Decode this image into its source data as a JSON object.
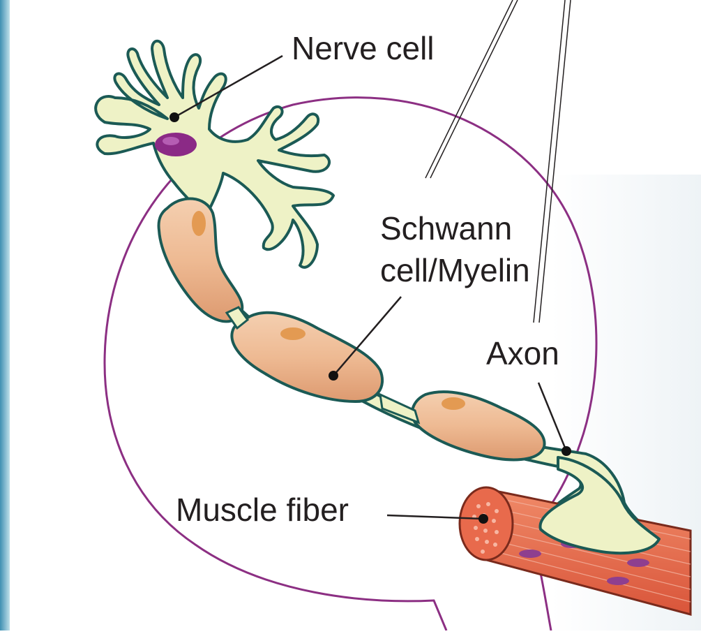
{
  "labels": {
    "nerve_cell": "Nerve cell",
    "schwann_line1": "Schwann",
    "schwann_line2": "cell/Myelin",
    "axon": "Axon",
    "muscle_fiber": "Muscle fiber"
  },
  "colors": {
    "neuron_fill": "#eef2c6",
    "neuron_outline": "#1b5a55",
    "nucleus": "#8b2a86",
    "myelin": "#e8a77c",
    "myelin_nucleus": "#e39a52",
    "muscle": "#e8694a",
    "muscle_nucleus": "#8e3f8f",
    "callout": "#8c2f83",
    "side_strip": "#4e98b8",
    "text": "#231f20"
  }
}
